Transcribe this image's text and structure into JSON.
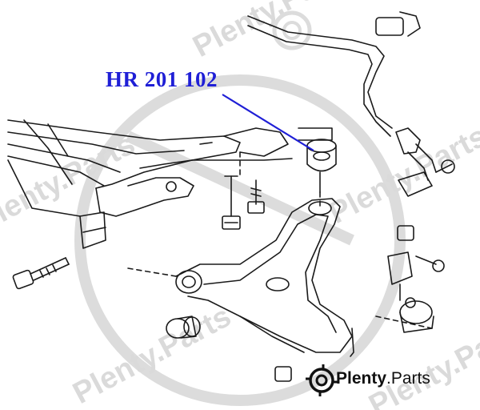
{
  "part_number": "HR 201 102",
  "brand": {
    "name": "Plenty",
    "suffix": ".Parts"
  },
  "watermark": {
    "text": "Plenty.Parts"
  },
  "colors": {
    "label": "#1f1fd6",
    "line": "#1a1a1a",
    "watermark": "#d6d6d6"
  }
}
